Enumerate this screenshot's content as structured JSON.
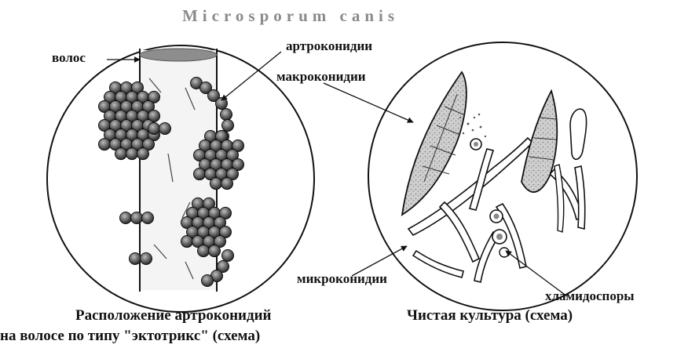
{
  "title": "Microsporum canis",
  "labels": {
    "hair": "волос",
    "arthroconidia": "артроконидии",
    "macroconidia": "макроконидии",
    "microconidia": "микроконидии",
    "chlamydospores": "хламидоспоры"
  },
  "captions": {
    "left_line1": "Расположение артроконидий",
    "left_line2": "на волосе по типу \"эктотрикс\" (схема)",
    "right": "Чистая культура (схема)"
  },
  "colors": {
    "ink": "#111111",
    "spore_fill": "#5a5a5a",
    "cell_fill": "#c8c8c8",
    "title": "#8a8a8a"
  }
}
